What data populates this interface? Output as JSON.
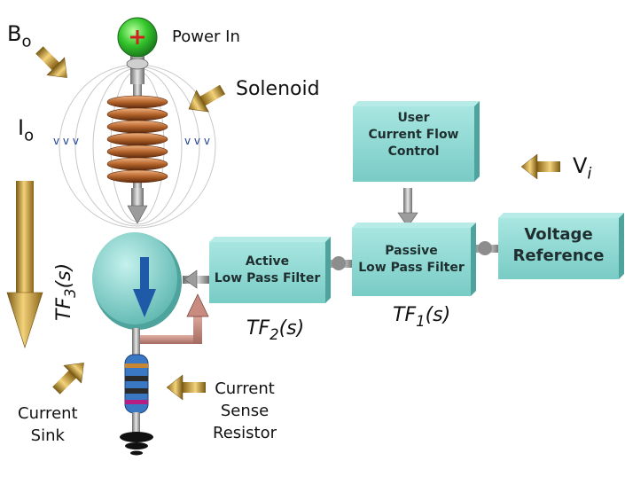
{
  "labels": {
    "b0_main": "B",
    "b0_sub": "o",
    "i0_main": "I",
    "i0_sub": "o",
    "power_in": "Power In",
    "solenoid": "Solenoid",
    "vi_main": "V",
    "vi_sub": "i",
    "tf3_main": "TF",
    "tf3_sub": "3",
    "tf3_tail": "(s)",
    "tf2_main": "TF",
    "tf2_sub": "2",
    "tf2_tail": "(s)",
    "tf1_main": "TF",
    "tf1_sub": "1",
    "tf1_tail": "(s)",
    "current_sink_l1": "Current",
    "current_sink_l2": "Sink",
    "sense_l1": "Current",
    "sense_l2": "Sense",
    "sense_l3": "Resistor",
    "flux_marks": "v v v"
  },
  "blocks": {
    "user_control": {
      "l1": "User",
      "l2": "Current Flow",
      "l3": "Control"
    },
    "active_filter": {
      "l1": "Active",
      "l2": "Low Pass Filter"
    },
    "passive_filter": {
      "l1": "Passive",
      "l2": "Low Pass Filter"
    },
    "voltage_ref": {
      "l1": "Voltage",
      "l2": "Reference"
    }
  },
  "colors": {
    "block_face": "#8fd9d4",
    "block_dark": "#5fb3ad",
    "gold": "#c99a2e",
    "copper": "#b5652c",
    "power_green": "#2fbf2f"
  }
}
